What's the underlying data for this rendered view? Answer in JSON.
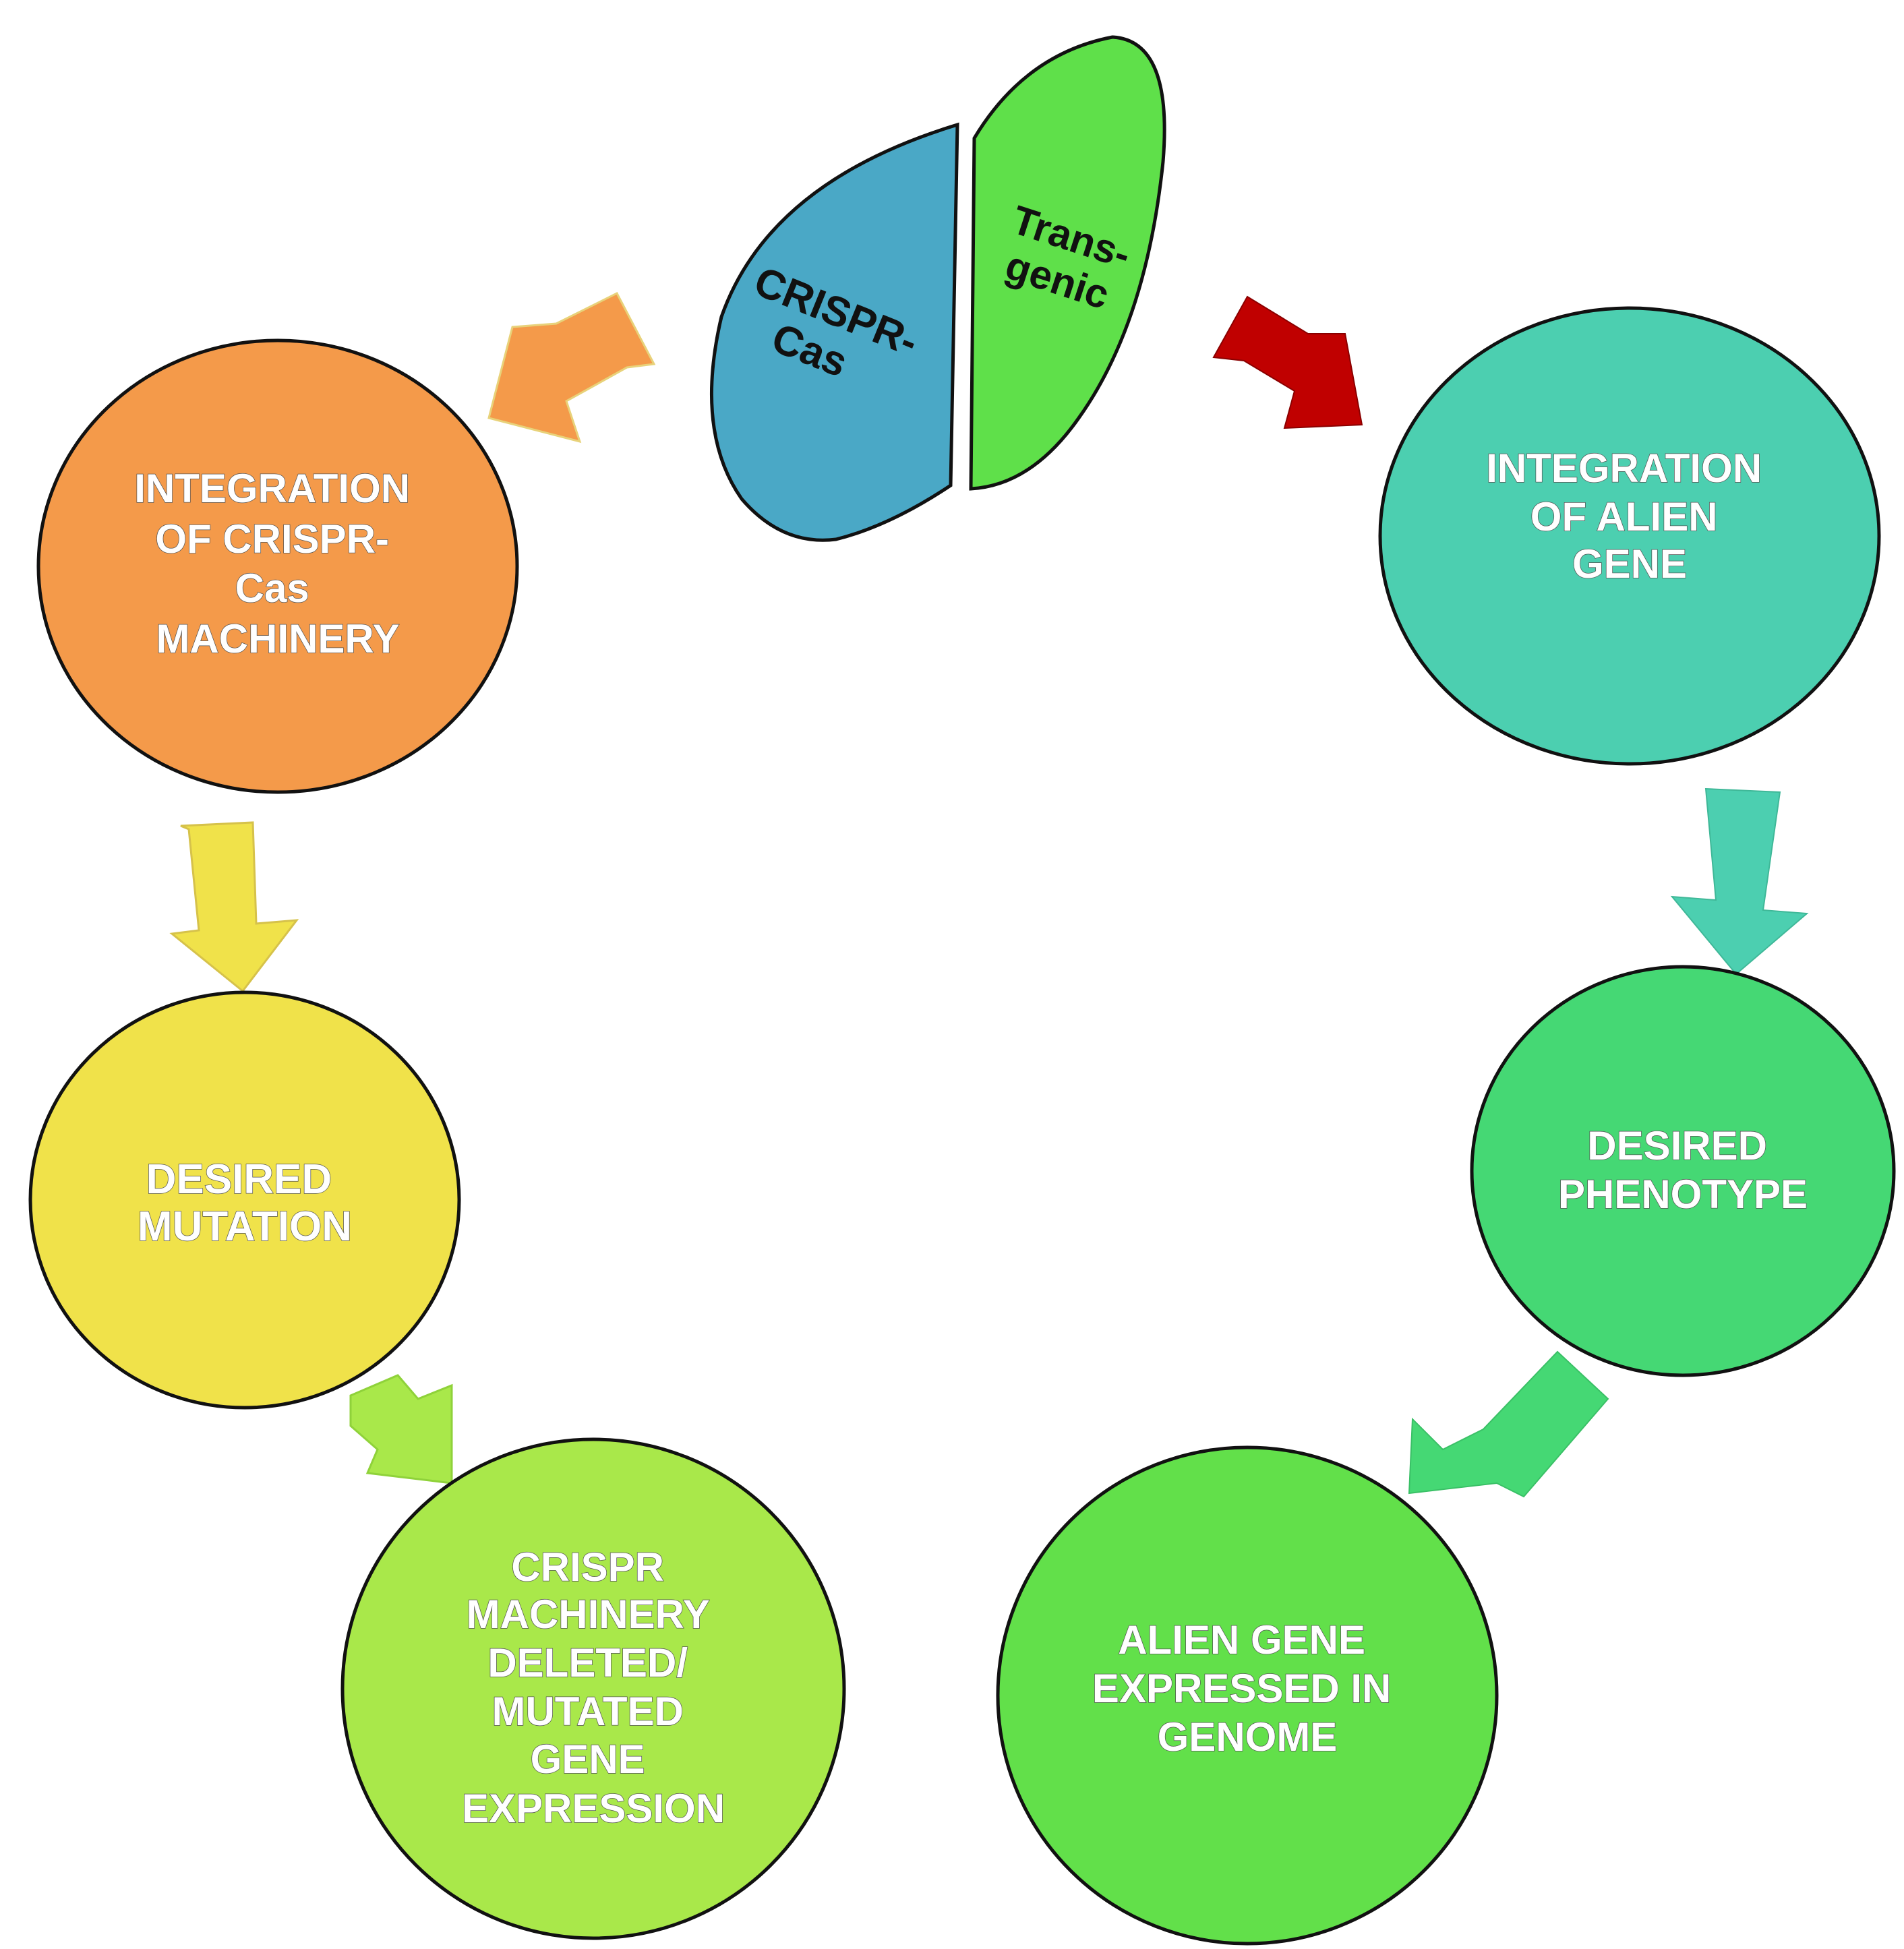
{
  "leaf": {
    "left_label": [
      "CRISPR-",
      "Cas"
    ],
    "right_label": [
      "Trans-",
      "genic"
    ],
    "left_color": "#4aa8c6",
    "right_color": "#5fe04a"
  },
  "crispr_path": [
    {
      "lines": [
        "INTEGRATION",
        "OF CRISPR-",
        "Cas",
        "MACHINERY"
      ],
      "color": "#f49a4a"
    },
    {
      "lines": [
        "DESIRED",
        "MUTATION"
      ],
      "color": "#f0e24a"
    },
    {
      "lines": [
        "CRISPR",
        "MACHINERY",
        "DELETED/",
        "MUTATED",
        "GENE",
        "EXPRESSION"
      ],
      "color": "#a9e84a"
    }
  ],
  "transgenic_path": [
    {
      "lines": [
        "INTEGRATION",
        "OF  ALIEN",
        "GENE"
      ],
      "color": "#4ccfb0"
    },
    {
      "lines": [
        "DESIRED",
        "PHENOTYPE"
      ],
      "color": "#45d874"
    },
    {
      "lines": [
        "ALIEN GENE",
        "EXPRESSED IN",
        "GENOME"
      ],
      "color": "#62e04a"
    }
  ],
  "arrow_colors": {
    "to_crispr_integration": "#f49a4a",
    "to_alien_integration": "#c00000",
    "to_desired_mutation": "#f0e24a",
    "to_crispr_expression": "#a9e84a",
    "to_desired_phenotype": "#4ccfb0",
    "to_alien_expression": "#45d874"
  }
}
